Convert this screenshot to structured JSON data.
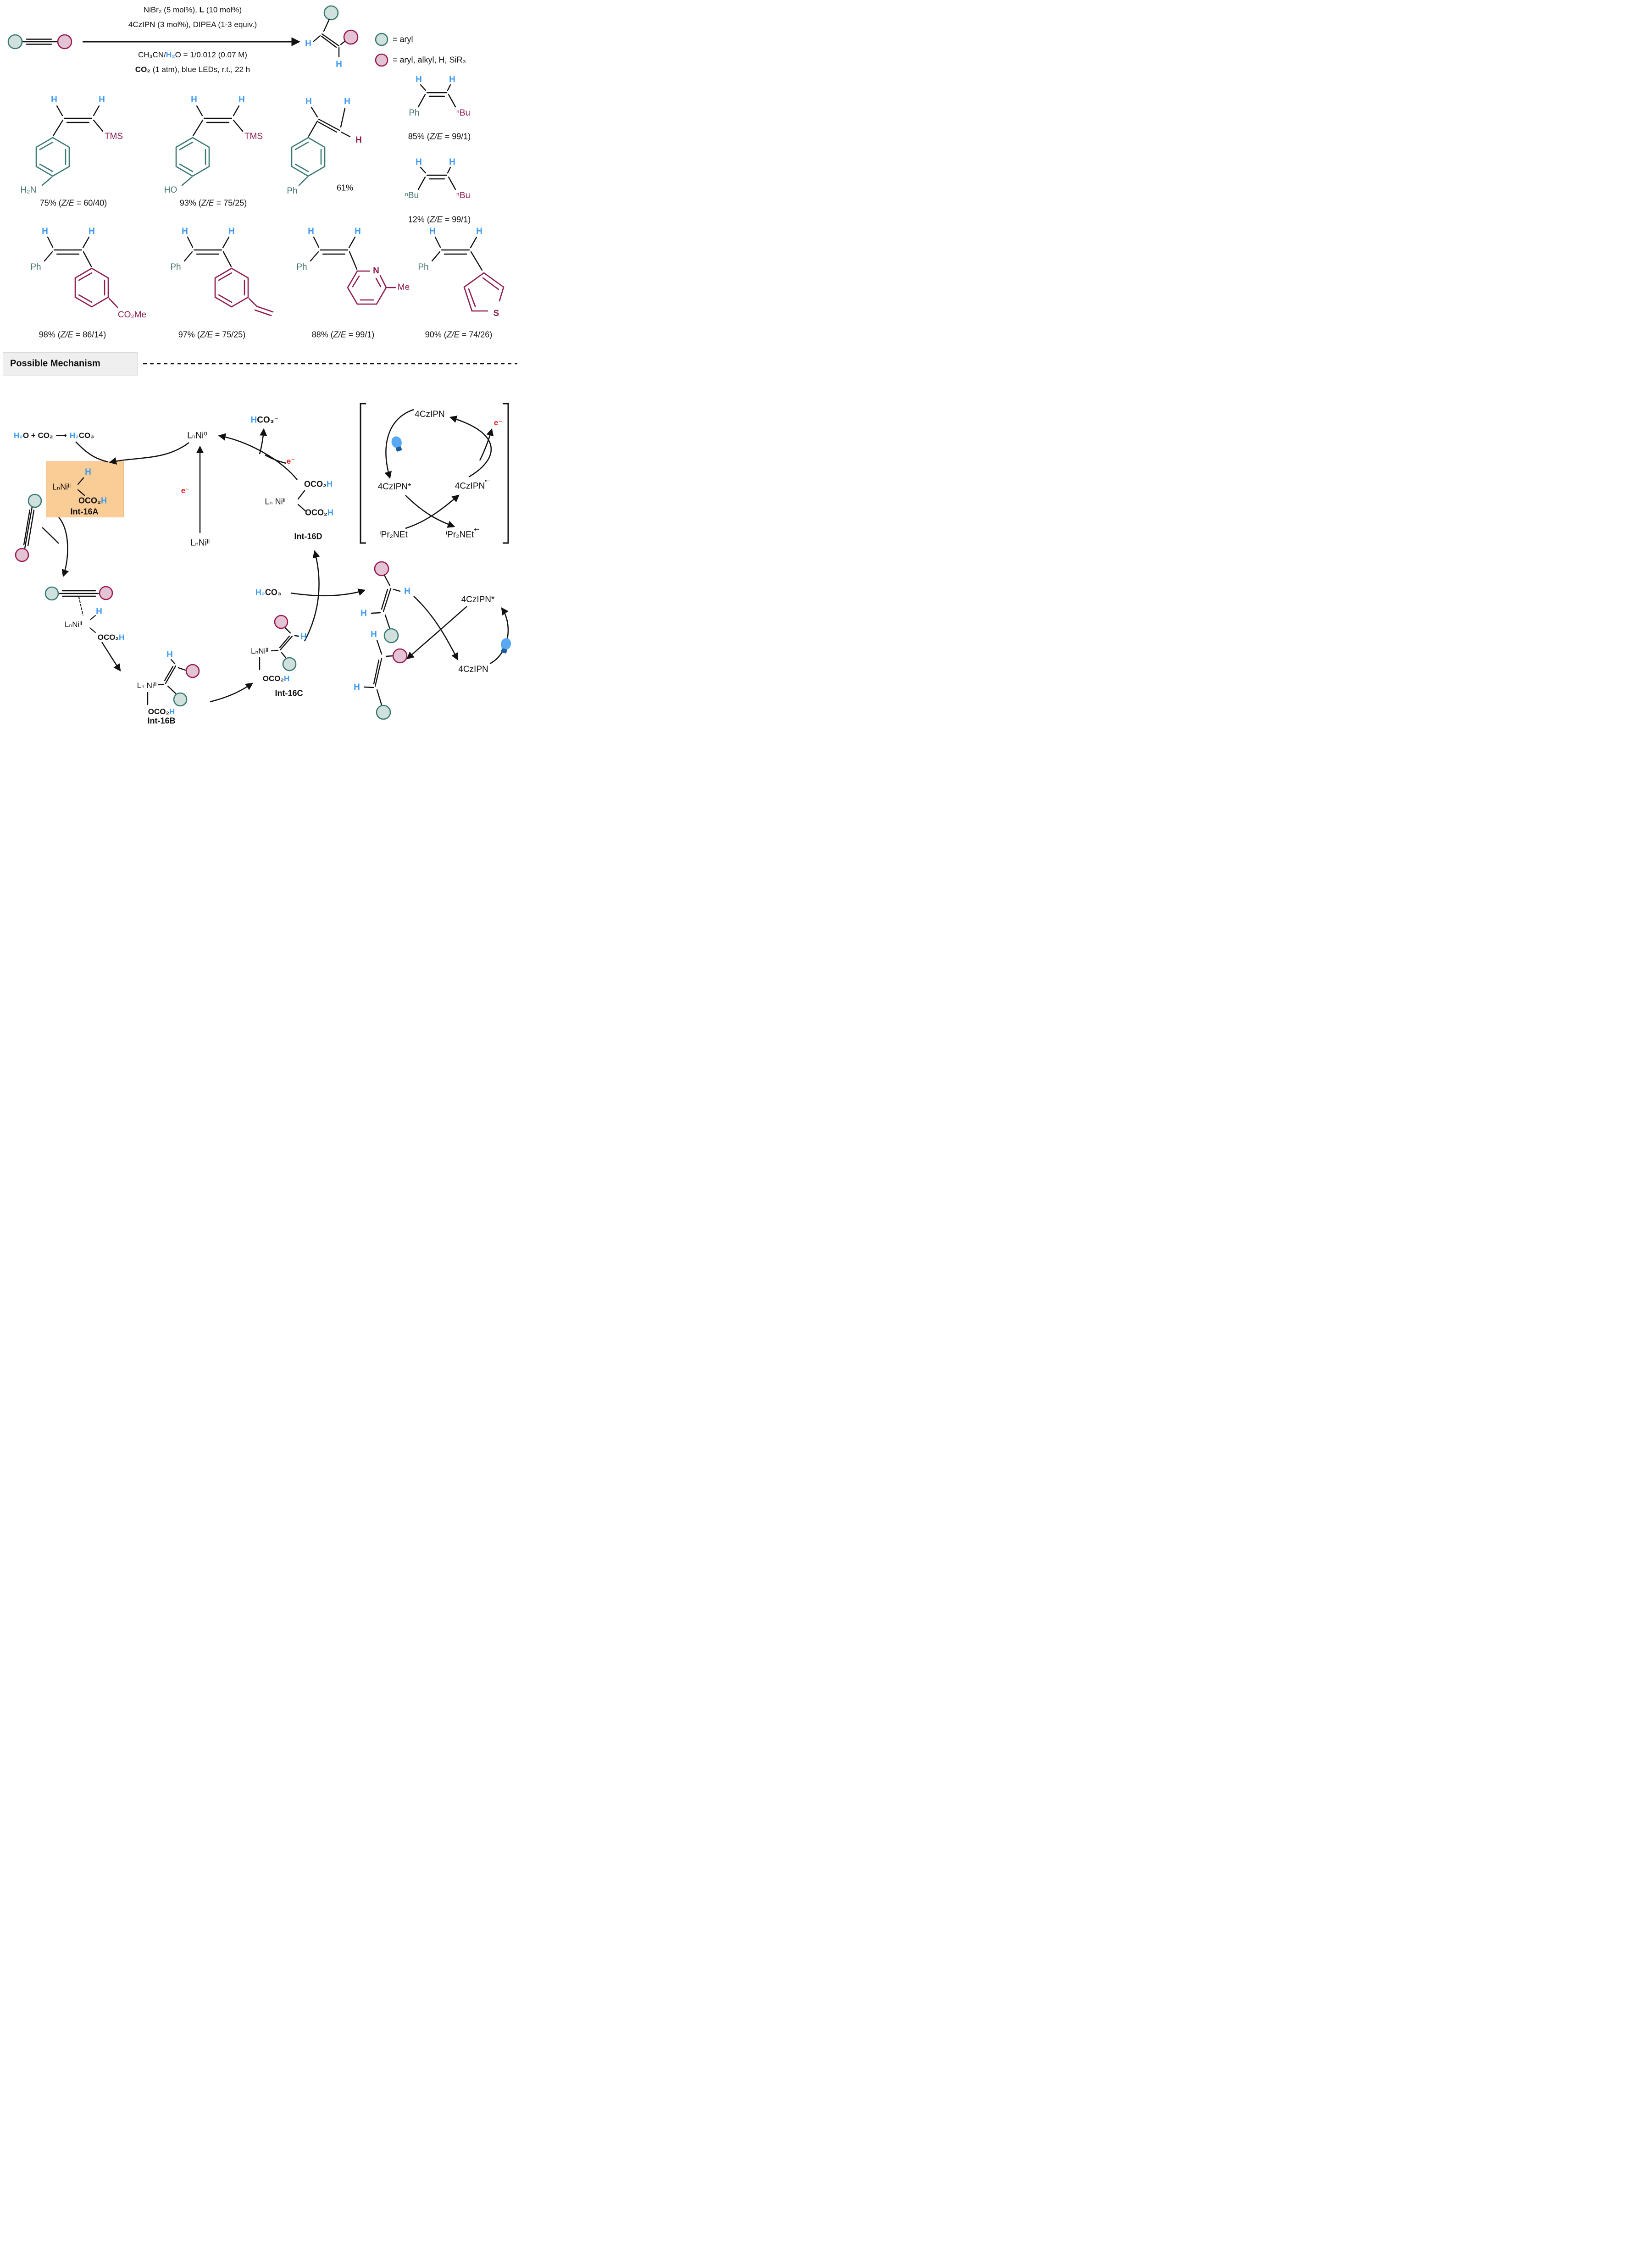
{
  "colors": {
    "h_blue": "#3E9BF2",
    "e_red": "#E8191C",
    "aryl_teal_stroke": "#3A7A74",
    "aryl_teal_fill": "#CFE0DD",
    "r_pink_stroke": "#9B1A52",
    "r_pink_fill": "#E3C4D4",
    "maroon_text": "#8E1B4E",
    "orange_highlight": "#FACC96",
    "header_bg": "#EFEFEF"
  },
  "labels": {
    "H": "H",
    "Ph": "Ph",
    "TMS": "TMS",
    "nBu": "ⁿBu",
    "H2N": "H₂N",
    "HO": "HO",
    "CO2Me": "CO₂Me",
    "Me": "Me",
    "N": "N",
    "S": "S",
    "ZE": "Z/E"
  },
  "scheme": {
    "cond1_pre": "NiBr₂ (5 mol%), ",
    "cond1_L": "L",
    "cond1_post": " (10 mol%)",
    "cond2": "4CzIPN (3 mol%), DIPEA (1-3 equiv.)",
    "cond3_pre": "CH₃CN/",
    "cond3_h2o": "H₂",
    "cond3_post": "O = 1/0.012 (0.07 M)",
    "cond4_co2": "CO₂",
    "cond4_post": " (1 atm), blue LEDs, r.t., 22 h",
    "legend_aryl": "= aryl",
    "legend_r": "= aryl, alkyl, H, SiR₃"
  },
  "products": [
    {
      "name": "Z-(4-aminophenyl)-TMS-alkene",
      "yield_pre": "75% (",
      "yield_post": " = 60/40)"
    },
    {
      "name": "Z-(4-hydroxyphenyl)-TMS-alkene",
      "yield_pre": "93% (",
      "yield_post": " = 75/25)"
    },
    {
      "name": "4-phenylstyrene",
      "yield": "61%"
    },
    {
      "name": "Z-Ph-nBu-alkene",
      "yield_pre": "85% (",
      "yield_post": " = 99/1)"
    },
    {
      "name": "Z-nBu-nBu-alkene",
      "yield_pre": "12% (",
      "yield_post": " = 99/1)"
    },
    {
      "name": "Z-Ph-(4-CO2Me-phenyl)-alkene",
      "yield_pre": "98% (",
      "yield_post": " = 86/14)"
    },
    {
      "name": "Z-Ph-(4-vinylphenyl)-alkene",
      "yield_pre": "97% (",
      "yield_post": " = 75/25)"
    },
    {
      "name": "Z-Ph-(6-methylpyridin-2-yl)-alkene",
      "yield_pre": "88% (",
      "yield_post": " = 99/1)"
    },
    {
      "name": "Z-Ph-(thiophen-3-yl)-alkene",
      "yield_pre": "90% (",
      "yield_post": " = 74/26)"
    }
  ],
  "mechanism": {
    "header": "Possible Mechanism",
    "eq_h2": "H₂",
    "eq_o_plus": "O + CO₂",
    "eq_arrow": "⟶",
    "eq_h2b": "H₂",
    "eq_co3": "CO₃",
    "lnni0": "LₙNi⁰",
    "lnniII": "LₙNiᴵᴵ",
    "lnniII_sp": "Lₙ Niᴵᴵ",
    "hco3_h": "H",
    "hco3_rest": "CO₃⁻",
    "e": "e⁻",
    "oco2": "OCO₂",
    "oco2_h": "H",
    "h2co3_h2": "H₂",
    "h2co3_rest": "CO₃",
    "int16a": "Int-16A",
    "int16b": "Int-16B",
    "int16c": "Int-16C",
    "int16d": "Int-16D",
    "czipn": "4CzIPN",
    "czipn_star": "4CzIPN*",
    "czipn_rad_sup": "•−",
    "ipr2net": "ⁱPr₂NEt",
    "ipr2net_cat_sup": "+•"
  }
}
